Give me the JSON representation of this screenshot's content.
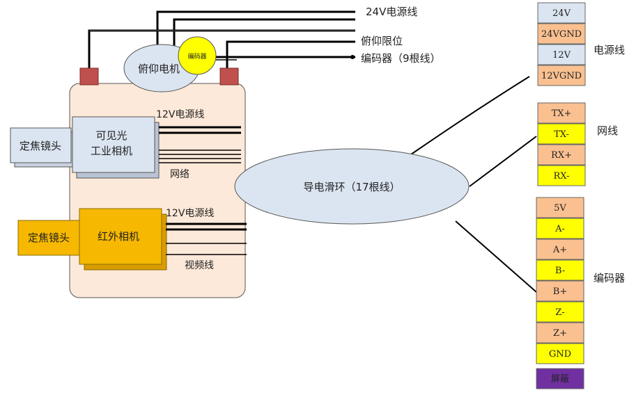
{
  "outputs": {
    "power24": "24V电源线",
    "tilt_limit": "俯仰限位",
    "encoder_cable": "编码器（9根线）"
  },
  "tilt_motor": {
    "label": "俯仰电机",
    "encoder_badge": "编码器"
  },
  "visible_camera": {
    "lens": "定焦镜头",
    "line1": "可见光",
    "line2": "工业相机",
    "power": "12V电源线",
    "network": "网络"
  },
  "ir_camera": {
    "lens": "定焦镜头",
    "label": "红外相机",
    "power": "12V电源线",
    "video": "视频线"
  },
  "slip_ring": {
    "label": "导电滑环（17根线）"
  },
  "groups": {
    "power": {
      "label": "电源线",
      "pins": [
        {
          "label": "24V",
          "color": "#dbe5f1"
        },
        {
          "label": "24VGND",
          "color": "#fac090"
        },
        {
          "label": "12V",
          "color": "#dbe5f1"
        },
        {
          "label": "12VGND",
          "color": "#fac090"
        }
      ]
    },
    "network": {
      "label": "网线",
      "pins": [
        {
          "label": "TX+",
          "color": "#fac090"
        },
        {
          "label": "TX-",
          "color": "#ffff00"
        },
        {
          "label": "RX+",
          "color": "#fac090"
        },
        {
          "label": "RX-",
          "color": "#ffff00"
        }
      ]
    },
    "encoder": {
      "label": "编码器",
      "pins": [
        {
          "label": "5V",
          "color": "#fac090"
        },
        {
          "label": "A-",
          "color": "#ffff00"
        },
        {
          "label": "A+",
          "color": "#fac090"
        },
        {
          "label": "B-",
          "color": "#ffff00"
        },
        {
          "label": "B+",
          "color": "#fac090"
        },
        {
          "label": "Z-",
          "color": "#ffff00"
        },
        {
          "label": "Z+",
          "color": "#fac090"
        },
        {
          "label": "GND",
          "color": "#ffff00"
        },
        {
          "label": "屏蔽",
          "color": "#7030a0"
        }
      ]
    }
  }
}
